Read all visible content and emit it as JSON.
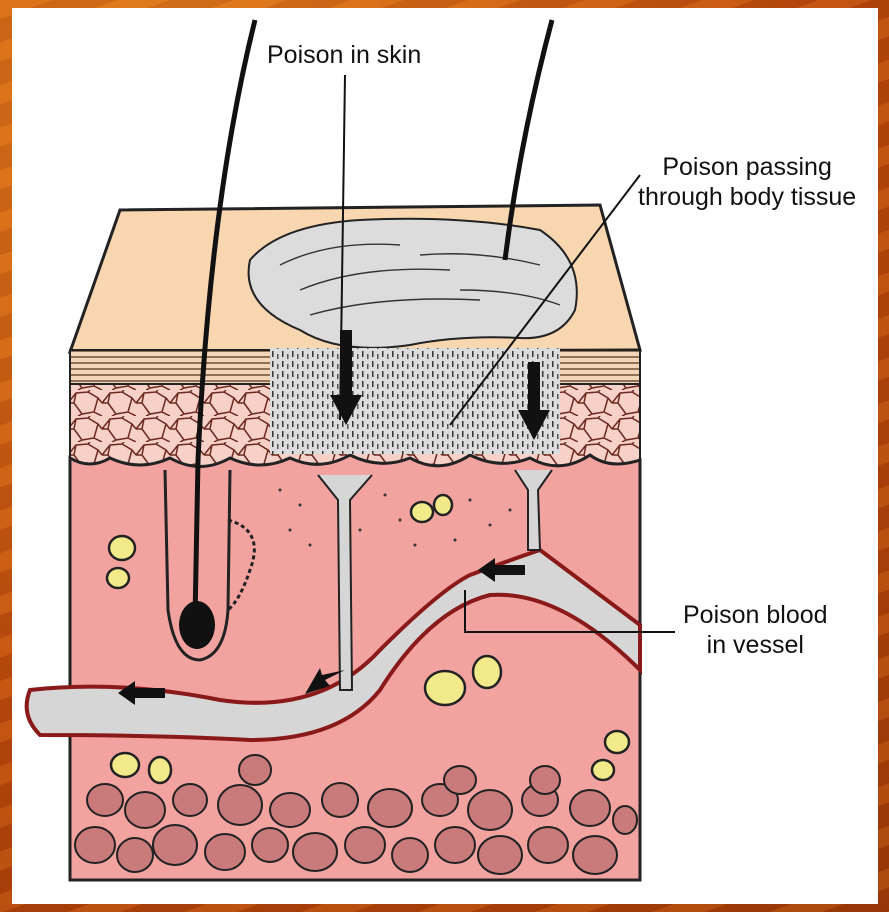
{
  "labels": {
    "poison_in_skin": "Poison in skin",
    "poison_passing_line1": "Poison passing",
    "poison_passing_line2": "through body tissue",
    "poison_blood_line1": "Poison blood",
    "poison_blood_line2": "in vessel"
  }
}
